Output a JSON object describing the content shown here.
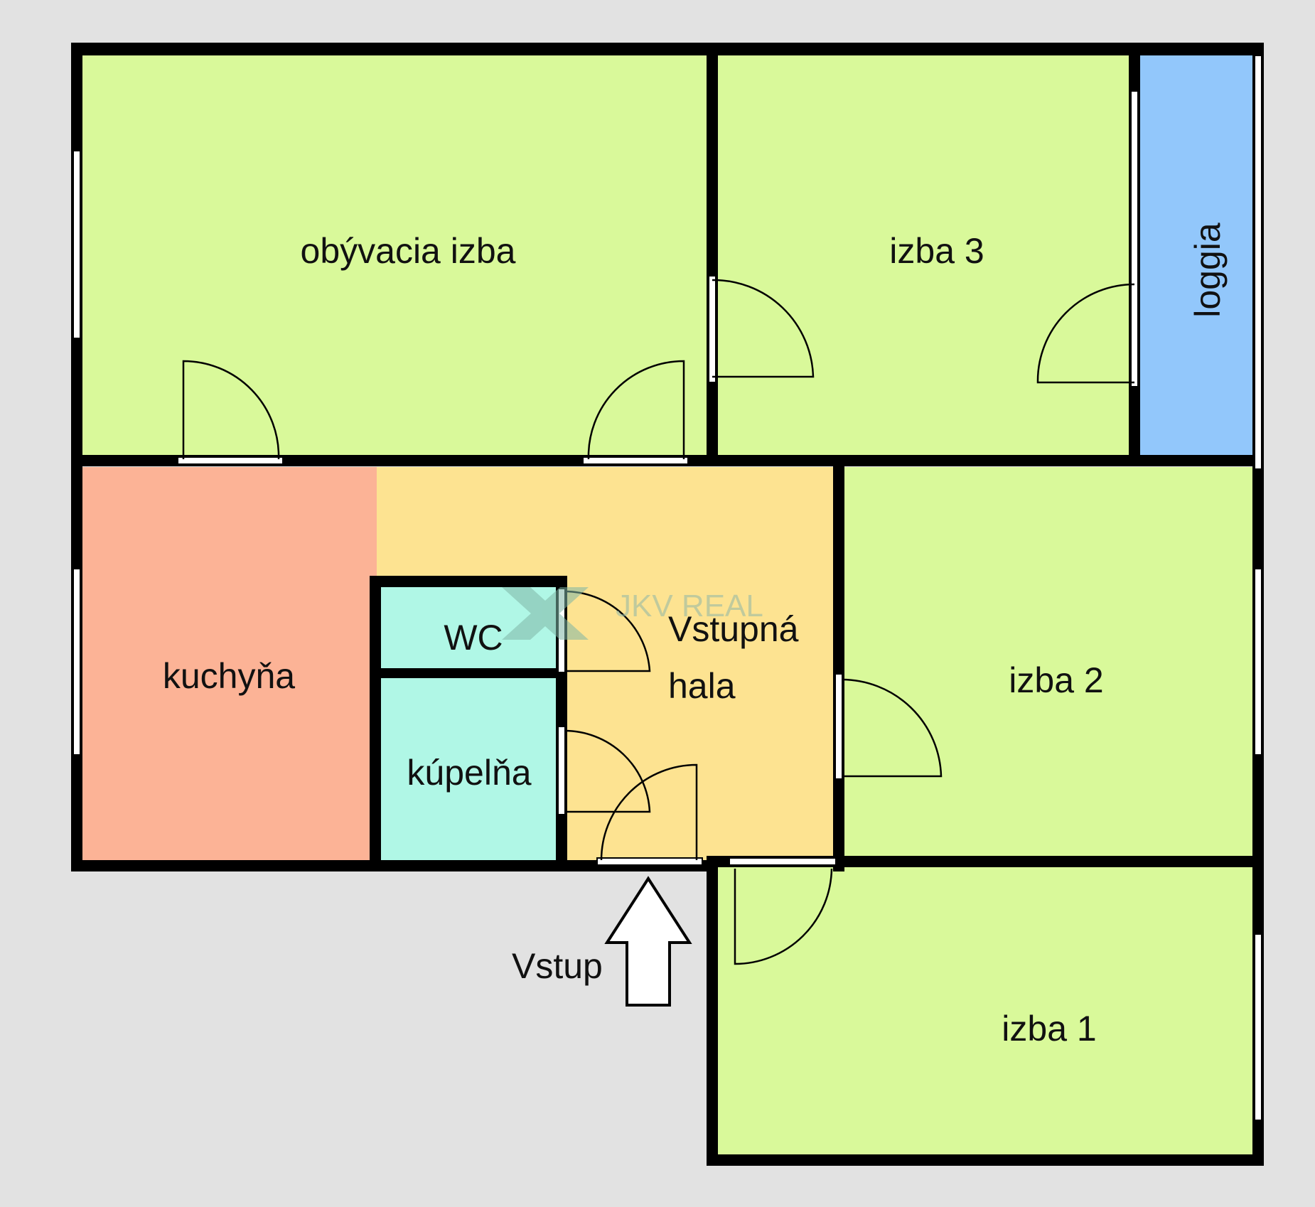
{
  "colors": {
    "background": "#e2e2e2",
    "wall": "#000000",
    "room_green": "#d9f99a",
    "kitchen": "#fcb396",
    "hall": "#fde391",
    "wet_rooms": "#b0f7e6",
    "loggia": "#92c7fb",
    "watermark": "#8fb7a8"
  },
  "rooms": {
    "living": "obývacia izba",
    "izba3": "izba 3",
    "loggia": "loggia",
    "kitchen": "kuchyňa",
    "wc": "WC",
    "bath": "kúpelňa",
    "hall_line1": "Vstupná",
    "hall_line2": "hala",
    "izba2": "izba 2",
    "izba1": "izba 1"
  },
  "entrance": {
    "label": "Vstup"
  },
  "watermark": {
    "text": "JKV REAL"
  },
  "icons": {
    "entrance": "up-arrow-icon",
    "watermark_logo": "x-logo-icon"
  }
}
